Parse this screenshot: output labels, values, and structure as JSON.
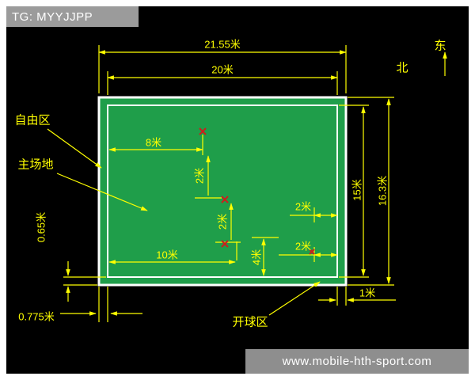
{
  "watermarks": {
    "top": "TG: MYYJJPP",
    "bottom": "www.mobile-hth-sport.com"
  },
  "compass": {
    "east": "东",
    "north": "北"
  },
  "labels": {
    "free_zone": "自由区",
    "main_field": "主场地",
    "serve_zone": "开球区"
  },
  "dims": {
    "outer_width": "21.55米",
    "court_width": "20米",
    "eight_m": "8米",
    "two_left_upper": "2米",
    "two_left_mid": "2米",
    "two_right_upper": "2米",
    "two_right_lower": "2米",
    "four_m": "4米",
    "ten_m": "10米",
    "court_height": "15米",
    "outer_height": "16.3米",
    "one_m": "1米",
    "side_margin": "0.65米",
    "bottom_margin": "0.775米"
  },
  "colors": {
    "court_green": "#1f9e4a",
    "dimension_yellow": "#ffff00",
    "marker_red": "#cf1d1d",
    "bar_gray": "#9b9b9b",
    "background": "#000000",
    "frame_white": "#ffffff"
  }
}
